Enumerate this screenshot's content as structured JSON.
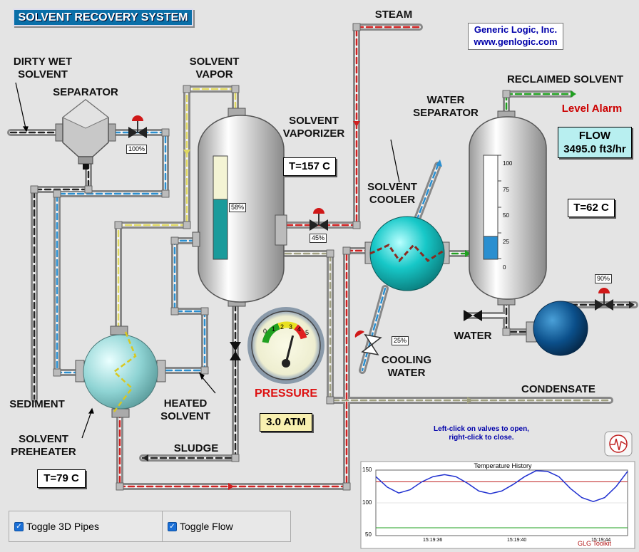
{
  "title": "SOLVENT RECOVERY SYSTEM",
  "company": {
    "line1": "Generic Logic, Inc.",
    "line2": "www.genlogic.com"
  },
  "labels": {
    "dirty_wet_solvent": [
      "DIRTY WET",
      "SOLVENT"
    ],
    "separator": "SEPARATOR",
    "solvent_vapor": [
      "SOLVENT",
      "VAPOR"
    ],
    "solvent_vaporizer": [
      "SOLVENT",
      "VAPORIZER"
    ],
    "steam": "STEAM",
    "reclaimed_solvent": "RECLAIMED SOLVENT",
    "water_separator": [
      "WATER",
      "SEPARATOR"
    ],
    "level_alarm": "Level Alarm",
    "solvent_cooler": [
      "SOLVENT",
      "COOLER"
    ],
    "water": "WATER",
    "cooling_water": [
      "COOLING",
      "WATER"
    ],
    "condensate": "CONDENSATE",
    "sediment": "SEDIMENT",
    "heated_solvent": [
      "HEATED",
      "SOLVENT"
    ],
    "solvent_preheater": [
      "SOLVENT",
      "PREHEATER"
    ],
    "sludge": "SLUDGE",
    "pressure": "PRESSURE",
    "hint": [
      "Left-click on valves to open,",
      "right-click to close."
    ]
  },
  "readouts": {
    "flow_label": "FLOW",
    "flow_value": "3495.0 ft3/hr",
    "t_vaporizer": "T=157 C",
    "t_separator": "T=62 C",
    "t_preheater": "T=79 C",
    "pressure_value": "3.0 ATM"
  },
  "valves": {
    "separator_valve": "100%",
    "steam_valve": "45%",
    "cooling_valve": "25%",
    "outlet_valve": "90%"
  },
  "levels": {
    "vaporizer_level": "58%",
    "vaporizer_fraction": 0.58,
    "separator_fraction": 0.22
  },
  "water_scale": [
    "100",
    "75",
    "50",
    "25",
    "0"
  ],
  "gauge": {
    "ticks": [
      "0",
      "1",
      "2",
      "3",
      "4",
      "5"
    ],
    "value": 3.0,
    "max": 5
  },
  "history": {
    "title": "Temperature History",
    "yticks": [
      "150",
      "100",
      "50"
    ],
    "xticks": [
      "15:19:36",
      "15:19:40",
      "15:19:44"
    ],
    "footer": "GLG Toolkit",
    "ymin": 50,
    "ymax": 150,
    "red_line": 132,
    "green_line": 62,
    "blue_series": [
      140,
      124,
      115,
      120,
      132,
      140,
      143,
      140,
      130,
      118,
      114,
      118,
      128,
      140,
      149,
      148,
      140,
      122,
      108,
      102,
      108,
      125,
      148
    ]
  },
  "toggles": [
    {
      "label": "Toggle 3D Pipes",
      "checked": true
    },
    {
      "label": "Toggle Flow",
      "checked": true
    }
  ],
  "colors": {
    "accent_blue": "#0000aa",
    "alarm_red": "#cc0000",
    "flow_box": "#b8eff0",
    "pressure_box": "#f8f0b0"
  }
}
